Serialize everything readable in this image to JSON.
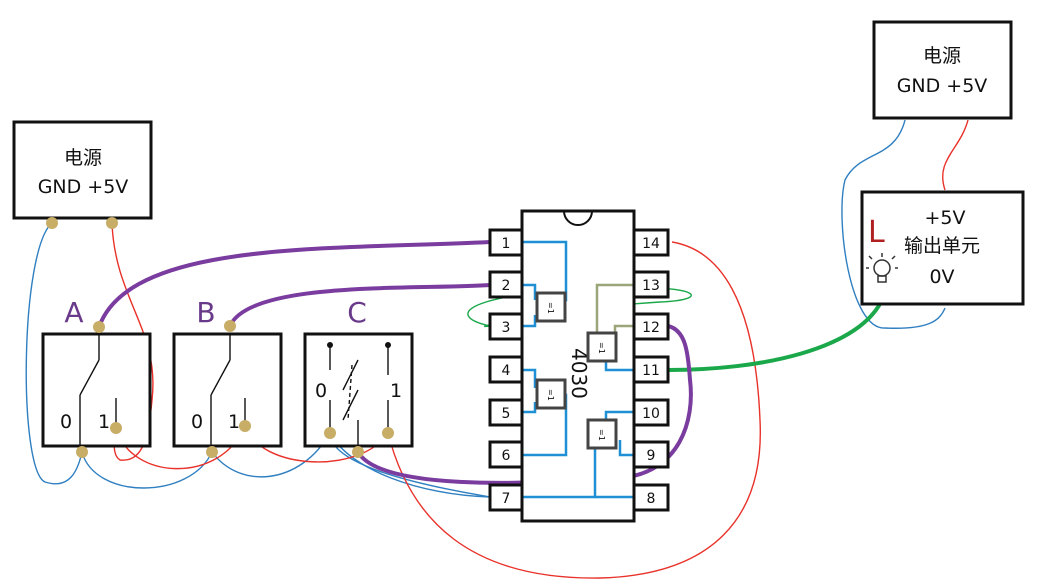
{
  "power_left": {
    "title": "电源",
    "terminals": "GND +5V"
  },
  "power_right": {
    "title": "电源",
    "terminals": "GND +5V"
  },
  "switches": [
    {
      "label": "A",
      "pos0": "0",
      "pos1": "1"
    },
    {
      "label": "B",
      "pos0": "0",
      "pos1": "1"
    },
    {
      "label": "C",
      "pos0": "0",
      "pos1": "1"
    }
  ],
  "chip": {
    "name": "4030",
    "pins_left": [
      "1",
      "2",
      "3",
      "4",
      "5",
      "6",
      "7"
    ],
    "pins_right": [
      "14",
      "13",
      "12",
      "11",
      "10",
      "9",
      "8"
    ],
    "gate_symbol": "=1"
  },
  "output_unit": {
    "indicator": "L",
    "top": "+5V",
    "title": "输出单元",
    "bottom": "0V",
    "icon": "light-bulb-icon"
  },
  "colors": {
    "ground_wire": "#2f7fc1",
    "power_wire": "#e8322a",
    "signal_wire": "#7a3c9e",
    "output_wire": "#1aa84a",
    "internal_blue": "#1f8fd6",
    "terminal": "#c8ad67",
    "indicator": "#b02020"
  }
}
